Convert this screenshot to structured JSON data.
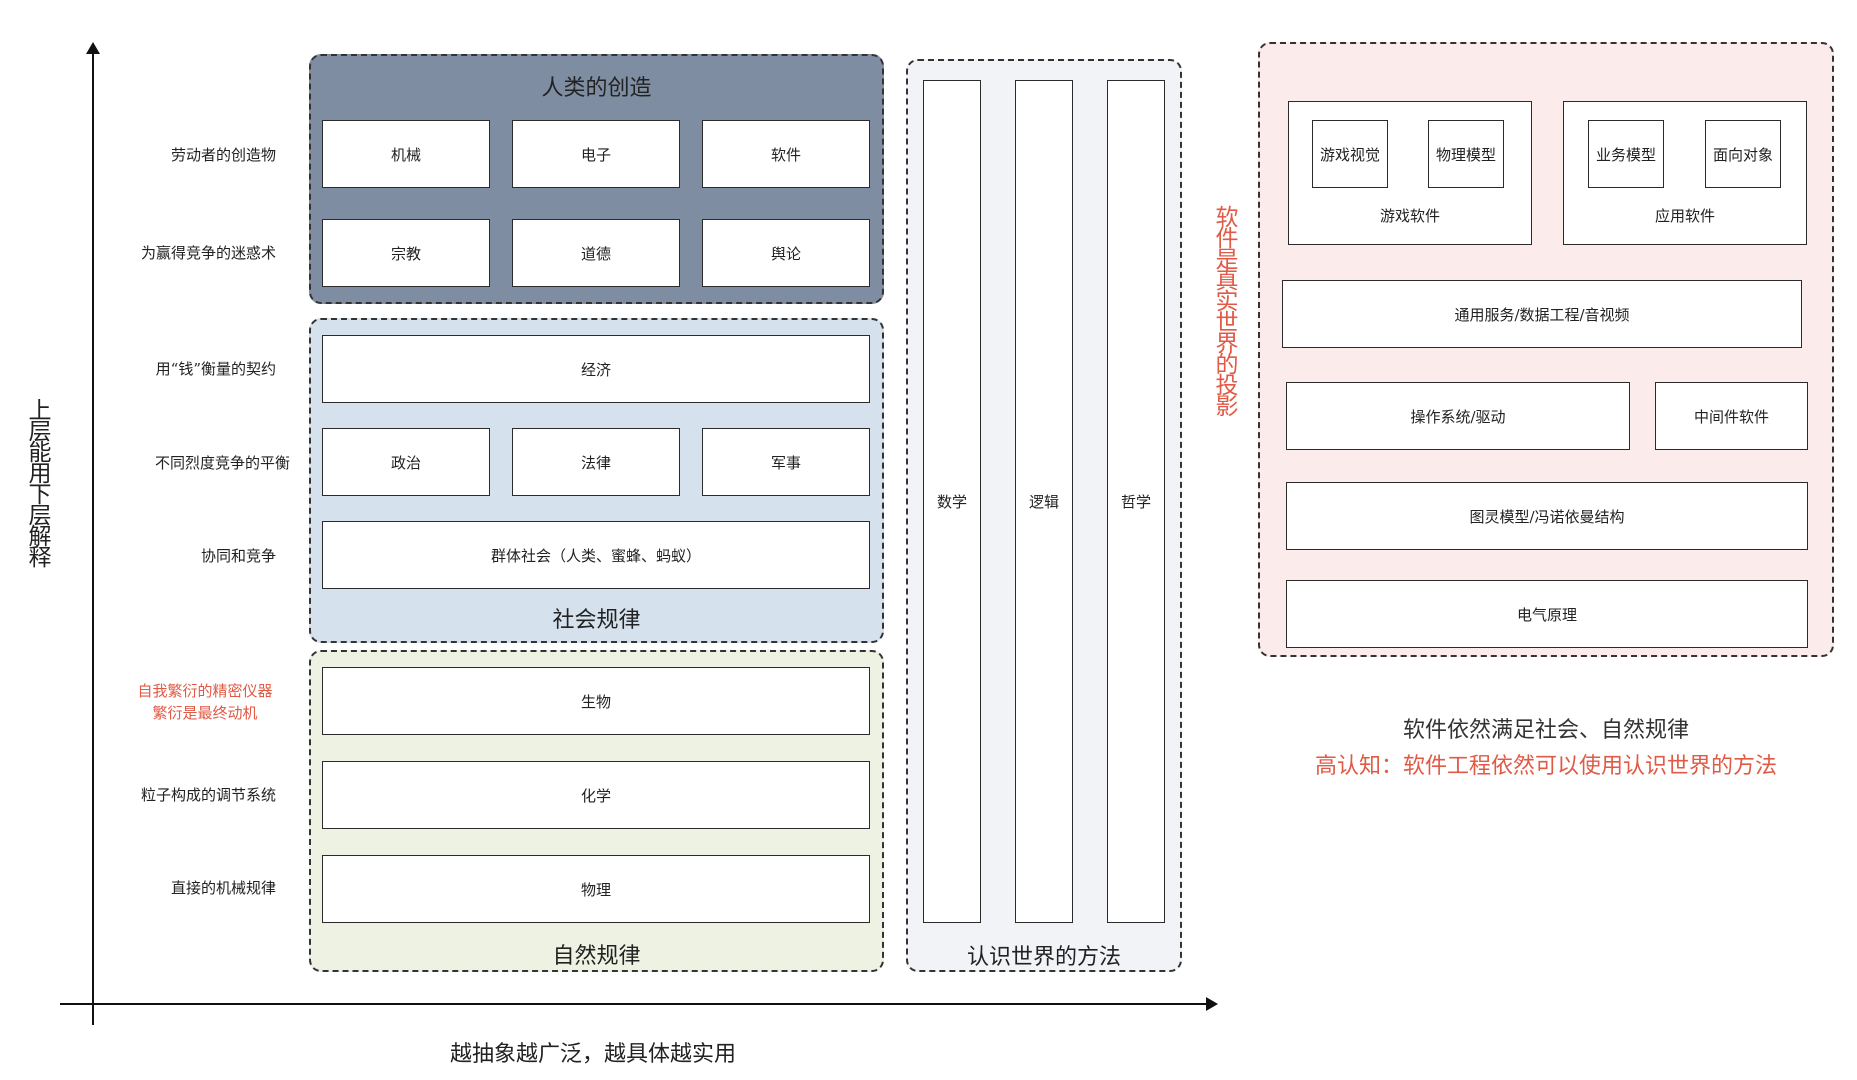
{
  "colors": {
    "creation_bg": "#7f8da3",
    "social_bg": "#d5e2ee",
    "nature_bg": "#edf2e3",
    "methods_bg": "#f1f3f6",
    "software_bg": "#fbebea",
    "accent_red": "#e05a45"
  },
  "y_axis_label": "上层能用下层解释",
  "x_axis_label": "越抽象越广泛，越具体越实用",
  "row_labels": [
    "劳动者的创造物",
    "为赢得竞争的迷惑术",
    "用“钱”衡量的契约",
    "不同烈度竞争的平衡",
    "协同和竞争",
    "自我繁衍的精密仪器",
    "繁衍是最终动机",
    "粒子构成的调节系统",
    "直接的机械规律"
  ],
  "creation": {
    "title": "人类的创造",
    "row1": [
      "机械",
      "电子",
      "软件"
    ],
    "row2": [
      "宗教",
      "道德",
      "舆论"
    ]
  },
  "social": {
    "title": "社会规律",
    "economy": "经济",
    "row": [
      "政治",
      "法律",
      "军事"
    ],
    "group": "群体社会（人类、蜜蜂、蚂蚁）"
  },
  "nature": {
    "title": "自然规律",
    "items": [
      "生物",
      "化学",
      "物理"
    ]
  },
  "methods": {
    "title": "认识世界的方法",
    "columns": [
      "数学",
      "逻辑",
      "哲学"
    ]
  },
  "projection_label": "软件是真实世界的投影",
  "software": {
    "game_group": {
      "title": "游戏软件",
      "items": [
        "游戏视觉",
        "物理模型"
      ]
    },
    "app_group": {
      "title": "应用软件",
      "items": [
        "业务模型",
        "面向对象"
      ]
    },
    "services": "通用服务/数据工程/音视频",
    "os": "操作系统/驱动",
    "middleware": "中间件软件",
    "turing": "图灵模型/冯诺依曼结构",
    "electric": "电气原理"
  },
  "conclusion_line1": "软件依然满足社会、自然规律",
  "conclusion_line2": "高认知：软件工程依然可以使用认识世界的方法"
}
